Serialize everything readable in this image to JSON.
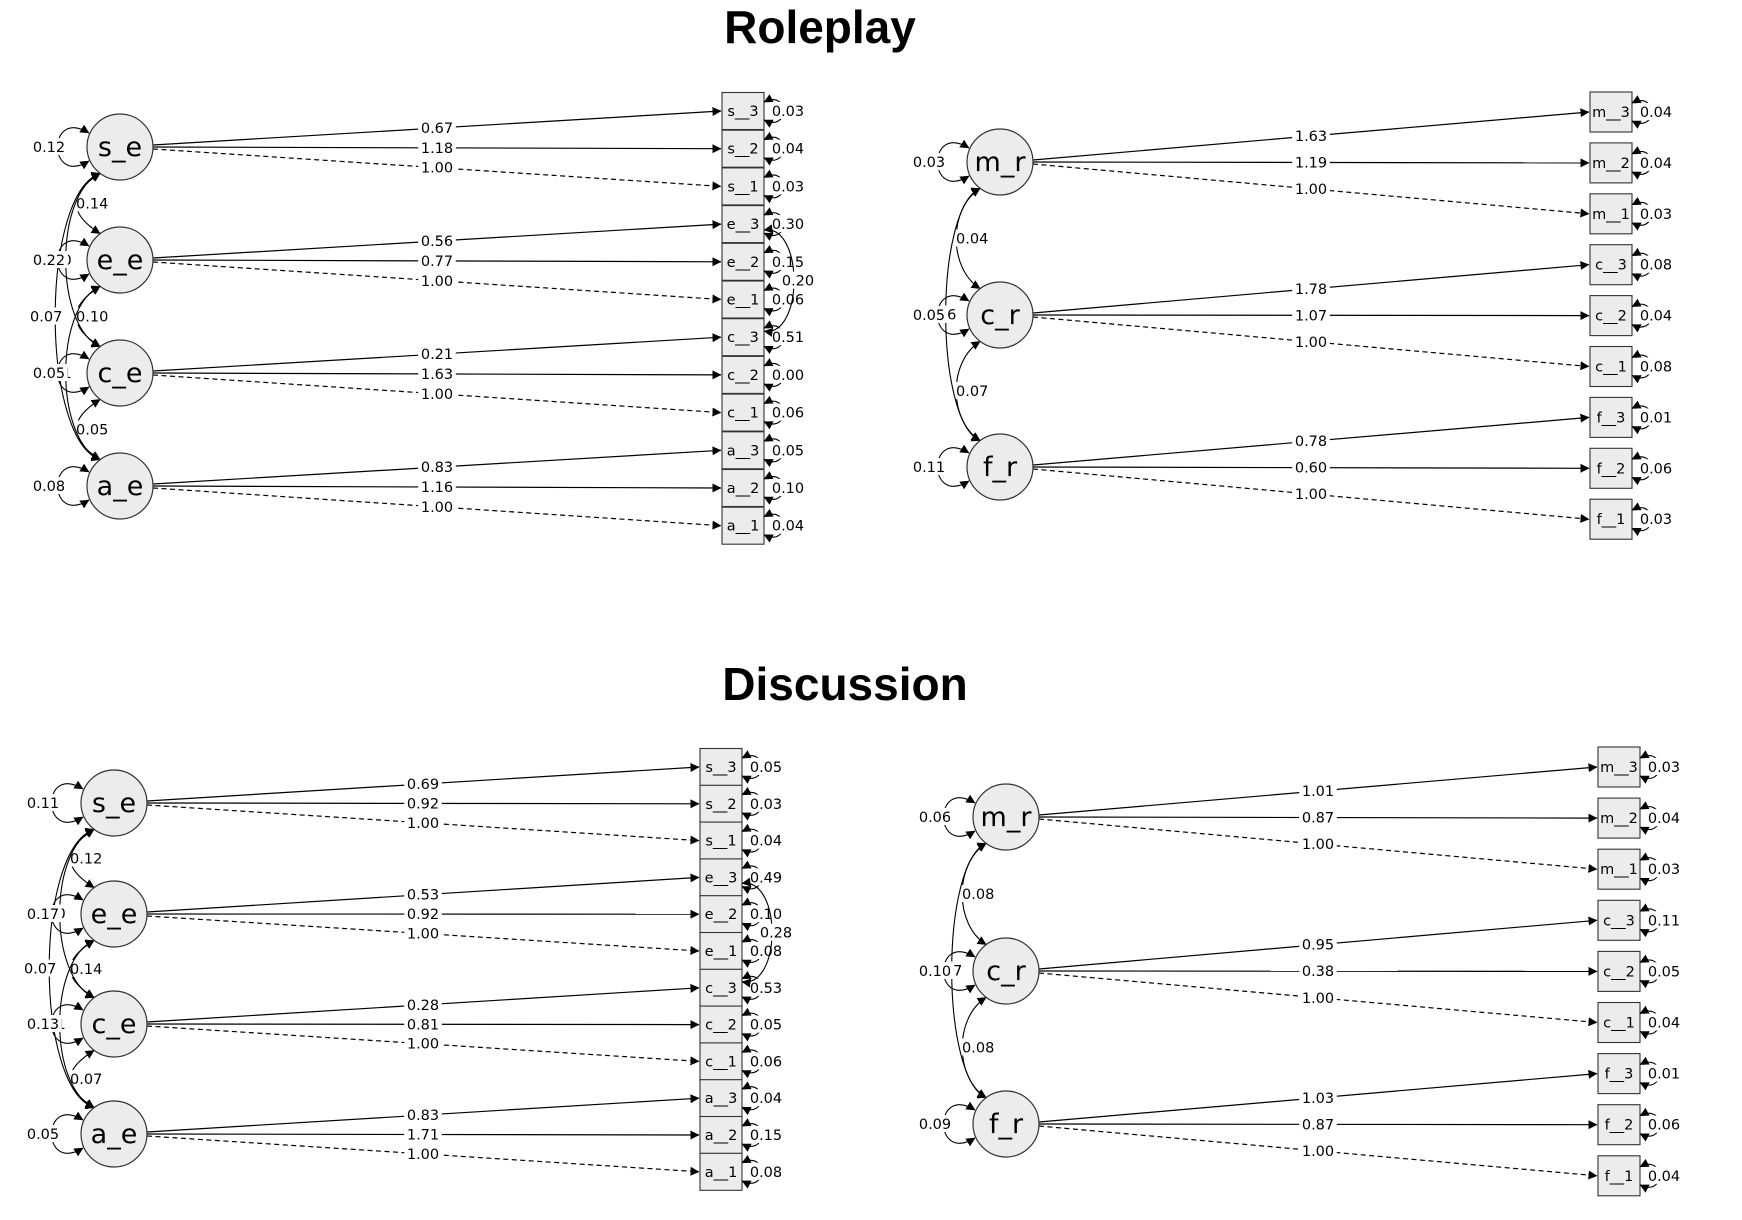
{
  "colors": {
    "node_fill": "#ececec",
    "node_stroke": "#333333",
    "edge": "#000000"
  },
  "panels": [
    {
      "title": "Roleplay",
      "models": [
        {
          "latents": [
            {
              "name": "s_e",
              "variance": "0.12",
              "indicators": [
                {
                  "name": "s__3",
                  "loading": "0.67",
                  "residual": "0.03"
                },
                {
                  "name": "s__2",
                  "loading": "1.18",
                  "residual": "0.04"
                },
                {
                  "name": "s__1",
                  "loading": "1.00",
                  "residual": "0.03",
                  "fixed": true
                }
              ]
            },
            {
              "name": "e_e",
              "variance": "0.22",
              "indicators": [
                {
                  "name": "e__3",
                  "loading": "0.56",
                  "residual": "0.30"
                },
                {
                  "name": "e__2",
                  "loading": "0.77",
                  "residual": "0.15"
                },
                {
                  "name": "e__1",
                  "loading": "1.00",
                  "residual": "0.06",
                  "fixed": true
                }
              ]
            },
            {
              "name": "c_e",
              "variance": "0.05",
              "indicators": [
                {
                  "name": "c__3",
                  "loading": "0.21",
                  "residual": "0.51"
                },
                {
                  "name": "c__2",
                  "loading": "1.63",
                  "residual": "0.00"
                },
                {
                  "name": "c__1",
                  "loading": "1.00",
                  "residual": "0.06",
                  "fixed": true
                }
              ]
            },
            {
              "name": "a_e",
              "variance": "0.08",
              "indicators": [
                {
                  "name": "a__3",
                  "loading": "0.83",
                  "residual": "0.05"
                },
                {
                  "name": "a__2",
                  "loading": "1.16",
                  "residual": "0.10"
                },
                {
                  "name": "a__1",
                  "loading": "1.00",
                  "residual": "0.04",
                  "fixed": true
                }
              ]
            }
          ],
          "latent_covariances": [
            {
              "from": 0,
              "to": 1,
              "value": "0.14"
            },
            {
              "from": 1,
              "to": 2,
              "value": "0.10"
            },
            {
              "from": 2,
              "to": 3,
              "value": "0.05"
            },
            {
              "from": 0,
              "to": 2,
              "value": "0.0"
            },
            {
              "from": 1,
              "to": 3,
              "value": "0.1"
            },
            {
              "from": 0,
              "to": 3,
              "value": "0.07"
            }
          ],
          "indicator_covariances": [
            {
              "from": "e__3",
              "to": "c__3",
              "value": "0.20"
            }
          ]
        },
        {
          "latents": [
            {
              "name": "m_r",
              "variance": "0.03",
              "indicators": [
                {
                  "name": "m__3",
                  "loading": "1.63",
                  "residual": "0.04"
                },
                {
                  "name": "m__2",
                  "loading": "1.19",
                  "residual": "0.04"
                },
                {
                  "name": "m__1",
                  "loading": "1.00",
                  "residual": "0.03",
                  "fixed": true
                }
              ]
            },
            {
              "name": "c_r",
              "variance": "0.05",
              "indicators": [
                {
                  "name": "c__3",
                  "loading": "1.78",
                  "residual": "0.08"
                },
                {
                  "name": "c__2",
                  "loading": "1.07",
                  "residual": "0.04"
                },
                {
                  "name": "c__1",
                  "loading": "1.00",
                  "residual": "0.08",
                  "fixed": true
                }
              ]
            },
            {
              "name": "f_r",
              "variance": "0.11",
              "indicators": [
                {
                  "name": "f__3",
                  "loading": "0.78",
                  "residual": "0.01"
                },
                {
                  "name": "f__2",
                  "loading": "0.60",
                  "residual": "0.06"
                },
                {
                  "name": "f__1",
                  "loading": "1.00",
                  "residual": "0.03",
                  "fixed": true
                }
              ]
            }
          ],
          "latent_covariances": [
            {
              "from": 0,
              "to": 1,
              "value": "0.04"
            },
            {
              "from": 1,
              "to": 2,
              "value": "0.07"
            },
            {
              "from": 0,
              "to": 2,
              "value": "0.06"
            }
          ],
          "indicator_covariances": []
        }
      ]
    },
    {
      "title": "Discussion",
      "models": [
        {
          "latents": [
            {
              "name": "s_e",
              "variance": "0.11",
              "indicators": [
                {
                  "name": "s__3",
                  "loading": "0.69",
                  "residual": "0.05"
                },
                {
                  "name": "s__2",
                  "loading": "0.92",
                  "residual": "0.03"
                },
                {
                  "name": "s__1",
                  "loading": "1.00",
                  "residual": "0.04",
                  "fixed": true
                }
              ]
            },
            {
              "name": "e_e",
              "variance": "0.17",
              "indicators": [
                {
                  "name": "e__3",
                  "loading": "0.53",
                  "residual": "0.49"
                },
                {
                  "name": "e__2",
                  "loading": "0.92",
                  "residual": "0.10"
                },
                {
                  "name": "e__1",
                  "loading": "1.00",
                  "residual": "0.08",
                  "fixed": true
                }
              ]
            },
            {
              "name": "c_e",
              "variance": "0.13",
              "indicators": [
                {
                  "name": "c__3",
                  "loading": "0.28",
                  "residual": "0.53"
                },
                {
                  "name": "c__2",
                  "loading": "0.81",
                  "residual": "0.05"
                },
                {
                  "name": "c__1",
                  "loading": "1.00",
                  "residual": "0.06",
                  "fixed": true
                }
              ]
            },
            {
              "name": "a_e",
              "variance": "0.05",
              "indicators": [
                {
                  "name": "a__3",
                  "loading": "0.83",
                  "residual": "0.04"
                },
                {
                  "name": "a__2",
                  "loading": "1.71",
                  "residual": "0.15"
                },
                {
                  "name": "a__1",
                  "loading": "1.00",
                  "residual": "0.08",
                  "fixed": true
                }
              ]
            }
          ],
          "latent_covariances": [
            {
              "from": 0,
              "to": 1,
              "value": "0.12"
            },
            {
              "from": 1,
              "to": 2,
              "value": "0.14"
            },
            {
              "from": 2,
              "to": 3,
              "value": "0.07"
            },
            {
              "from": 0,
              "to": 2,
              "value": "0.0"
            },
            {
              "from": 1,
              "to": 3,
              "value": "0.1"
            },
            {
              "from": 0,
              "to": 3,
              "value": "0.07"
            }
          ],
          "indicator_covariances": [
            {
              "from": "e__3",
              "to": "c__3",
              "value": "0.28"
            }
          ]
        },
        {
          "latents": [
            {
              "name": "m_r",
              "variance": "0.06",
              "indicators": [
                {
                  "name": "m__3",
                  "loading": "1.01",
                  "residual": "0.03"
                },
                {
                  "name": "m__2",
                  "loading": "0.87",
                  "residual": "0.04"
                },
                {
                  "name": "m__1",
                  "loading": "1.00",
                  "residual": "0.03",
                  "fixed": true
                }
              ]
            },
            {
              "name": "c_r",
              "variance": "0.10",
              "indicators": [
                {
                  "name": "c__3",
                  "loading": "0.95",
                  "residual": "0.11"
                },
                {
                  "name": "c__2",
                  "loading": "0.38",
                  "residual": "0.05"
                },
                {
                  "name": "c__1",
                  "loading": "1.00",
                  "residual": "0.04",
                  "fixed": true
                }
              ]
            },
            {
              "name": "f_r",
              "variance": "0.09",
              "indicators": [
                {
                  "name": "f__3",
                  "loading": "1.03",
                  "residual": "0.01"
                },
                {
                  "name": "f__2",
                  "loading": "0.87",
                  "residual": "0.06"
                },
                {
                  "name": "f__1",
                  "loading": "1.00",
                  "residual": "0.04",
                  "fixed": true
                }
              ]
            }
          ],
          "latent_covariances": [
            {
              "from": 0,
              "to": 1,
              "value": "0.08"
            },
            {
              "from": 1,
              "to": 2,
              "value": "0.08"
            },
            {
              "from": 0,
              "to": 2,
              "value": "0.07"
            }
          ],
          "indicator_covariances": []
        }
      ]
    }
  ]
}
